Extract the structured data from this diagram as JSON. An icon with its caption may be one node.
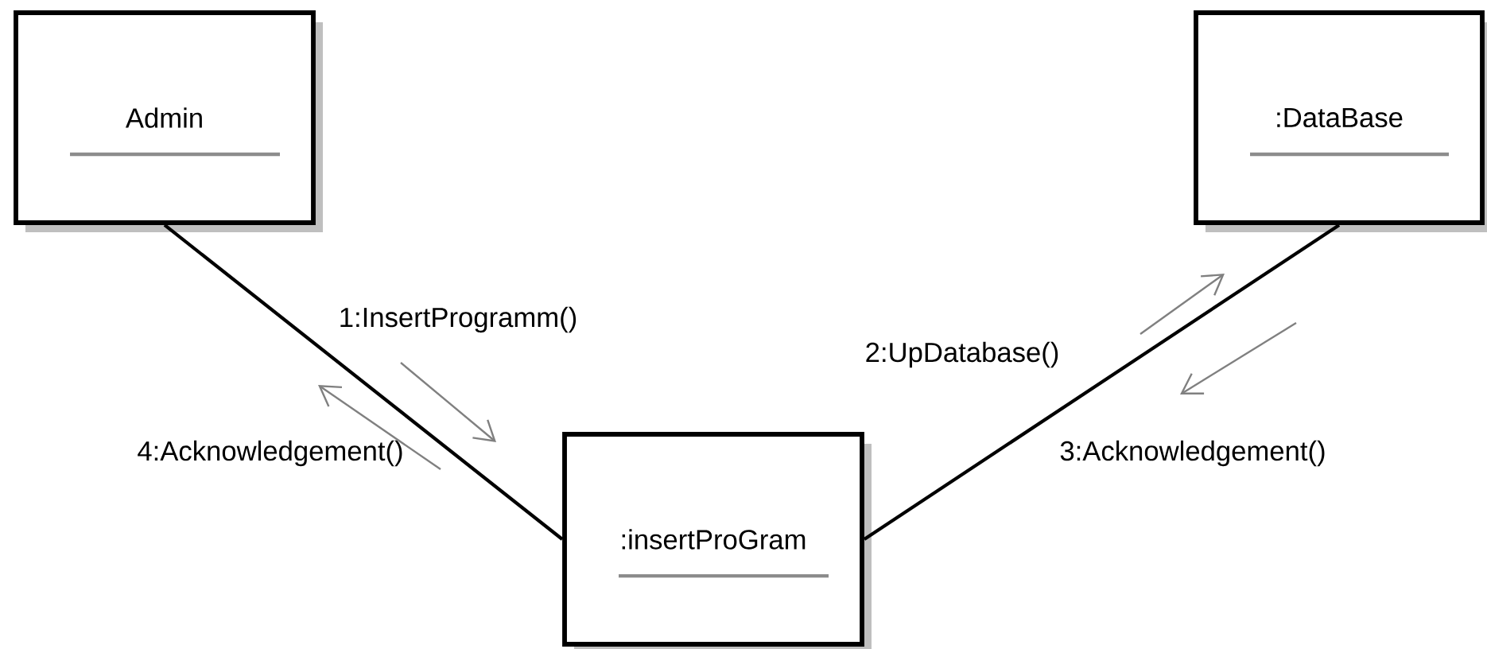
{
  "diagram": {
    "nodes": [
      {
        "text": [
          "Admin"
        ]
      },
      {
        "text": [
          ":DataBase"
        ]
      },
      {
        "text": [
          ":insertProGram"
        ]
      }
    ],
    "edges": [
      {
        "from": 0,
        "to": 2,
        "arrow": "none"
      },
      {
        "from": 2,
        "to": 1,
        "arrow": "none"
      }
    ],
    "labels": [
      "1:InsertProgramm()",
      "2:UpDatabase()",
      "3:Acknowledgement()",
      "4:Acknowledgement()"
    ]
  }
}
